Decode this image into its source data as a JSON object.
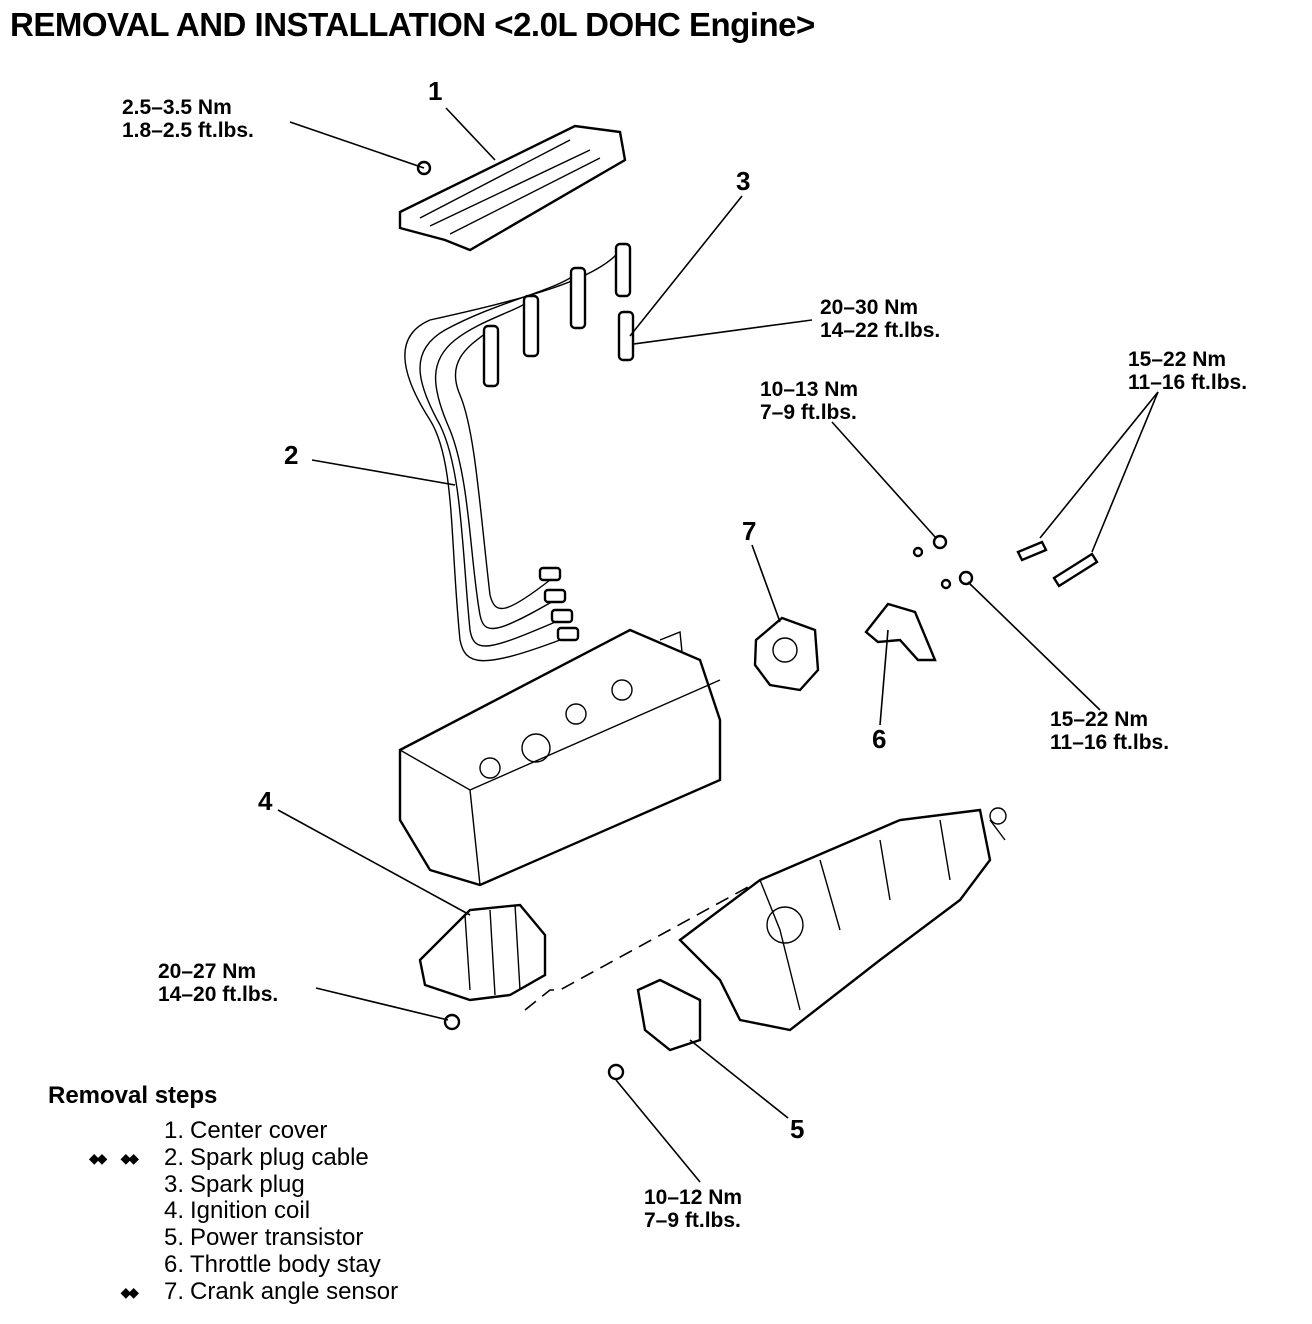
{
  "title": "REMOVAL AND INSTALLATION <2.0L DOHC Engine>",
  "callouts": [
    "1",
    "2",
    "3",
    "4",
    "5",
    "6",
    "7"
  ],
  "torques": {
    "t_center_cover": "2.5–3.5 Nm\n1.8–2.5 ft.lbs.",
    "t_spark_plug": "20–30 Nm\n14–22 ft.lbs.",
    "t_stay_nut_upper": "10–13 Nm\n7–9 ft.lbs.",
    "t_stay_bolts": "15–22 Nm\n11–16 ft.lbs.",
    "t_stay_nut_lower": "15–22 Nm\n11–16 ft.lbs.",
    "t_ignition_coil": "20–27 Nm\n14–20 ft.lbs.",
    "t_power_transistor": "10–12 Nm\n7–9 ft.lbs."
  },
  "removal_steps": {
    "heading": "Removal steps",
    "steps": [
      {
        "num": "1.",
        "label": "Center cover",
        "marks": []
      },
      {
        "num": "2.",
        "label": "Spark plug cable",
        "marks": [
          "◆◆",
          "◆◆"
        ]
      },
      {
        "num": "3.",
        "label": "Spark plug",
        "marks": []
      },
      {
        "num": "4.",
        "label": "Ignition coil",
        "marks": []
      },
      {
        "num": "5.",
        "label": "Power transistor",
        "marks": []
      },
      {
        "num": "6.",
        "label": "Throttle body stay",
        "marks": []
      },
      {
        "num": "7.",
        "label": "Crank angle sensor",
        "marks": [
          "◆◆"
        ]
      }
    ]
  }
}
